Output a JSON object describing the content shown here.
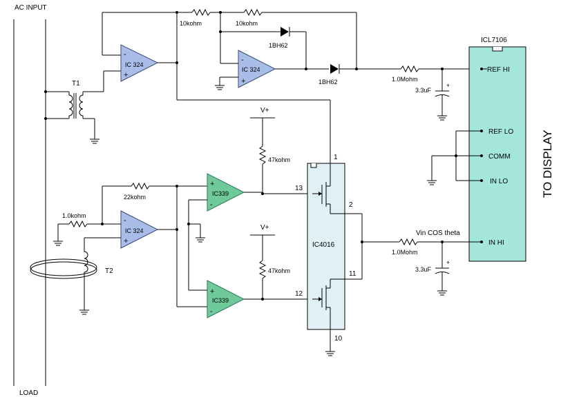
{
  "labels": {
    "ac_input": "AC INPUT",
    "load": "LOAD",
    "t1": "T1",
    "t2": "T2",
    "icl7106": "ICL7106",
    "to_display": "TO DISPLAY",
    "ic4016": "IC4016",
    "vplus": "V+",
    "vin_cos_theta": "Vin COS theta"
  },
  "resistors": {
    "r_top1": "10kohm",
    "r_top2": "10kohm",
    "r_ref": "1.0Mohm",
    "r_pullup1": "47kohm",
    "r_fb2": "22kohm",
    "r_in2": "1.0kohm",
    "r_pullup2": "47kohm",
    "r_inhi": "1.0Mohm"
  },
  "capacitors": {
    "c_ref": "3.3uF",
    "c_inhi": "3.3uF"
  },
  "diodes": {
    "d1": "1BH62",
    "d2": "1BH62"
  },
  "opamps": {
    "u1": "IC 324",
    "u2": "IC 324",
    "u3": "IC 324",
    "u4": "IC339",
    "u5": "IC339"
  },
  "icl_pins": {
    "ref_hi": "REF HI",
    "ref_lo": "REF LO",
    "comm": "COMM",
    "in_lo": "IN LO",
    "in_hi": "IN HI"
  },
  "ic4016_pins": {
    "p1": "1",
    "p2": "2",
    "p13": "13",
    "p11": "11",
    "p12": "12",
    "p10": "10"
  },
  "signs": {
    "plus": "+",
    "minus": "-"
  }
}
